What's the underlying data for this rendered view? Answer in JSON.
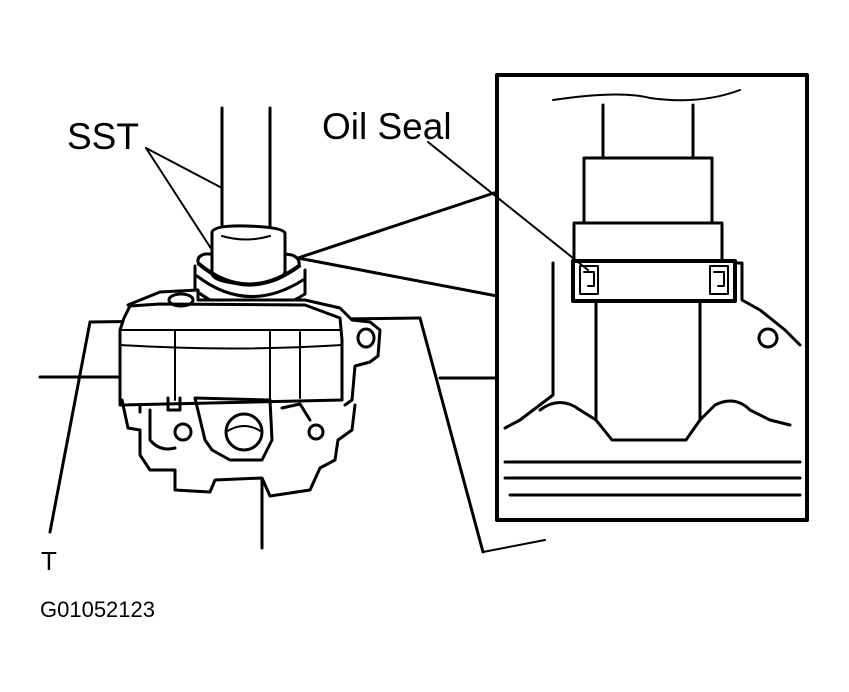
{
  "diagram": {
    "labels": {
      "sst": "SST",
      "oil_seal": "Oil Seal",
      "table_mark": "T",
      "figure_id": "G01052123"
    }
  }
}
